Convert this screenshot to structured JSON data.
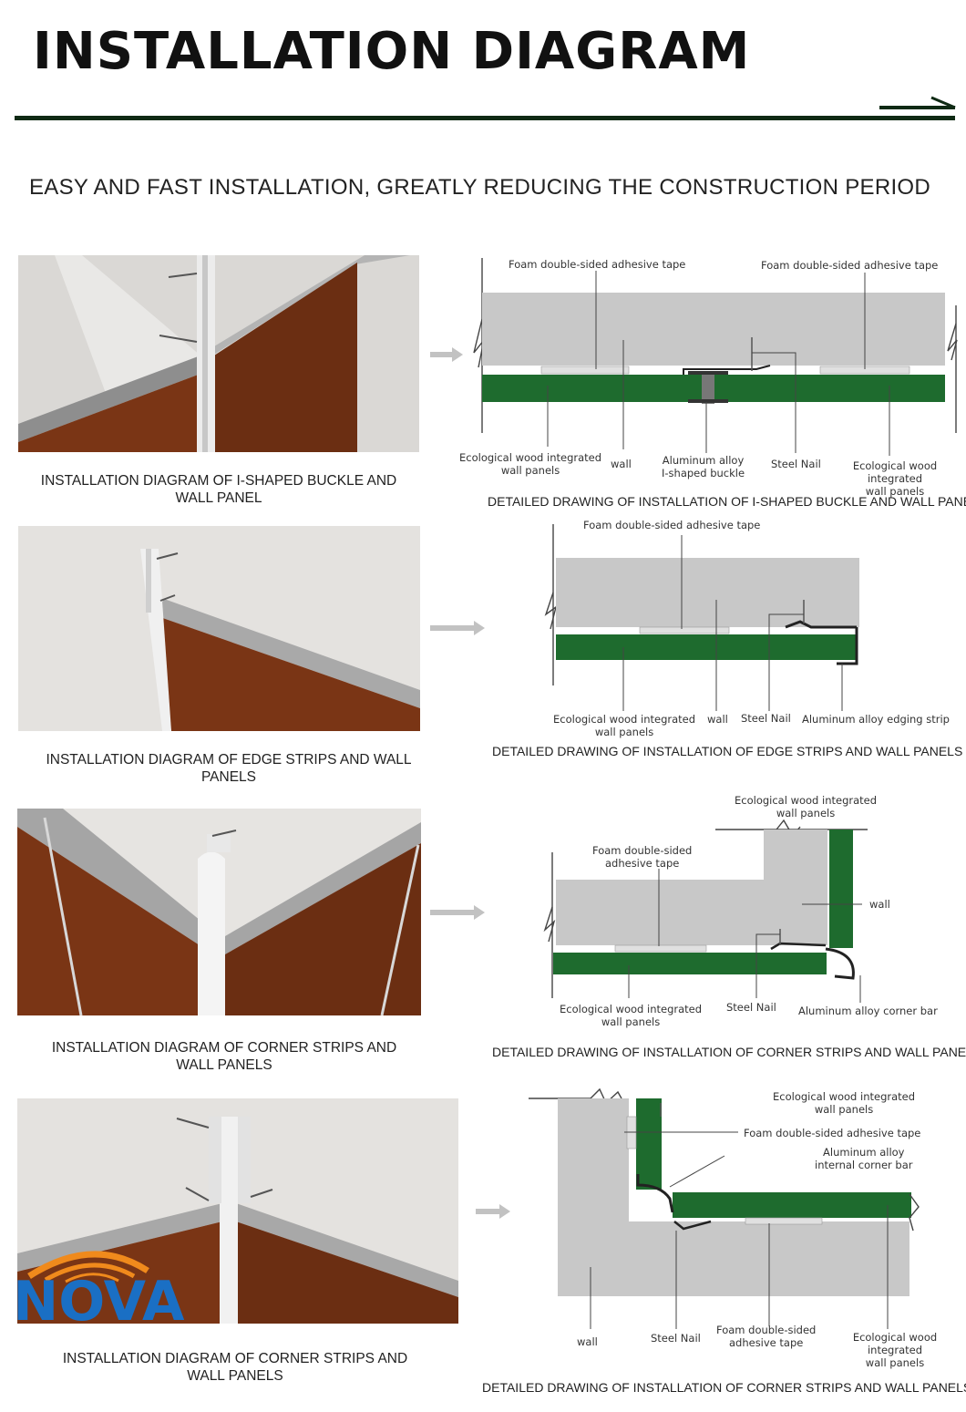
{
  "header": {
    "title": "INSTALLATION DIAGRAM",
    "subtitle": "EASY AND FAST INSTALLATION, GREATLY REDUCING THE CONSTRUCTION PERIOD"
  },
  "colors": {
    "panel_green": "#1e6b2e",
    "wall_grey": "#c8c8c8",
    "wood": "#7a3515",
    "rule": "#0f2a14",
    "logo_blue": "#1a6fc4",
    "logo_orange": "#f08a1c"
  },
  "logo": {
    "text": "NOVA"
  },
  "sections": [
    {
      "caption": "INSTALLATION DIAGRAM OF I-SHAPED BUCKLE AND WALL PANEL",
      "detail_caption": "DETAILED DRAWING OF INSTALLATION OF I-SHAPED BUCKLE AND WALL PANEL",
      "labels": {
        "tape_left": "Foam double-sided adhesive tape",
        "tape_right": "Foam double-sided adhesive tape",
        "panels_left": "Ecological wood integrated\nwall panels",
        "wall": "wall",
        "buckle": "Aluminum alloy\nI-shaped buckle",
        "nail": "Steel Nail",
        "panels_right": "Ecological wood integrated\nwall panels"
      }
    },
    {
      "caption": "INSTALLATION DIAGRAM OF EDGE STRIPS AND WALL PANELS",
      "detail_caption": "DETAILED DRAWING OF INSTALLATION OF EDGE STRIPS AND WALL PANELS",
      "labels": {
        "tape": "Foam double-sided adhesive tape",
        "panels": "Ecological wood integrated\nwall panels",
        "wall": "wall",
        "nail": "Steel Nail",
        "edging": "Aluminum alloy edging strip"
      }
    },
    {
      "caption": "INSTALLATION DIAGRAM OF CORNER STRIPS AND WALL PANELS",
      "detail_caption": "DETAILED DRAWING OF INSTALLATION OF CORNER STRIPS AND WALL PANELS",
      "labels": {
        "panels_top": "Ecological wood integrated\nwall panels",
        "tape": "Foam double-sided\nadhesive tape",
        "wall": "wall",
        "panels_bottom": "Ecological wood integrated\nwall panels",
        "nail": "Steel Nail",
        "corner_bar": "Aluminum alloy corner bar"
      }
    },
    {
      "caption": "INSTALLATION DIAGRAM OF CORNER STRIPS AND WALL PANELS",
      "detail_caption": "DETAILED DRAWING OF INSTALLATION OF CORNER STRIPS AND WALL PANELS",
      "labels": {
        "panels_top": "Ecological wood integrated\nwall panels",
        "tape_top": "Foam double-sided adhesive tape",
        "internal_bar": "Aluminum alloy\ninternal corner bar",
        "wall": "wall",
        "nail": "Steel Nail",
        "tape_bottom": "Foam double-sided\nadhesive tape",
        "panels_bottom": "Ecological wood integrated\nwall panels"
      }
    }
  ]
}
